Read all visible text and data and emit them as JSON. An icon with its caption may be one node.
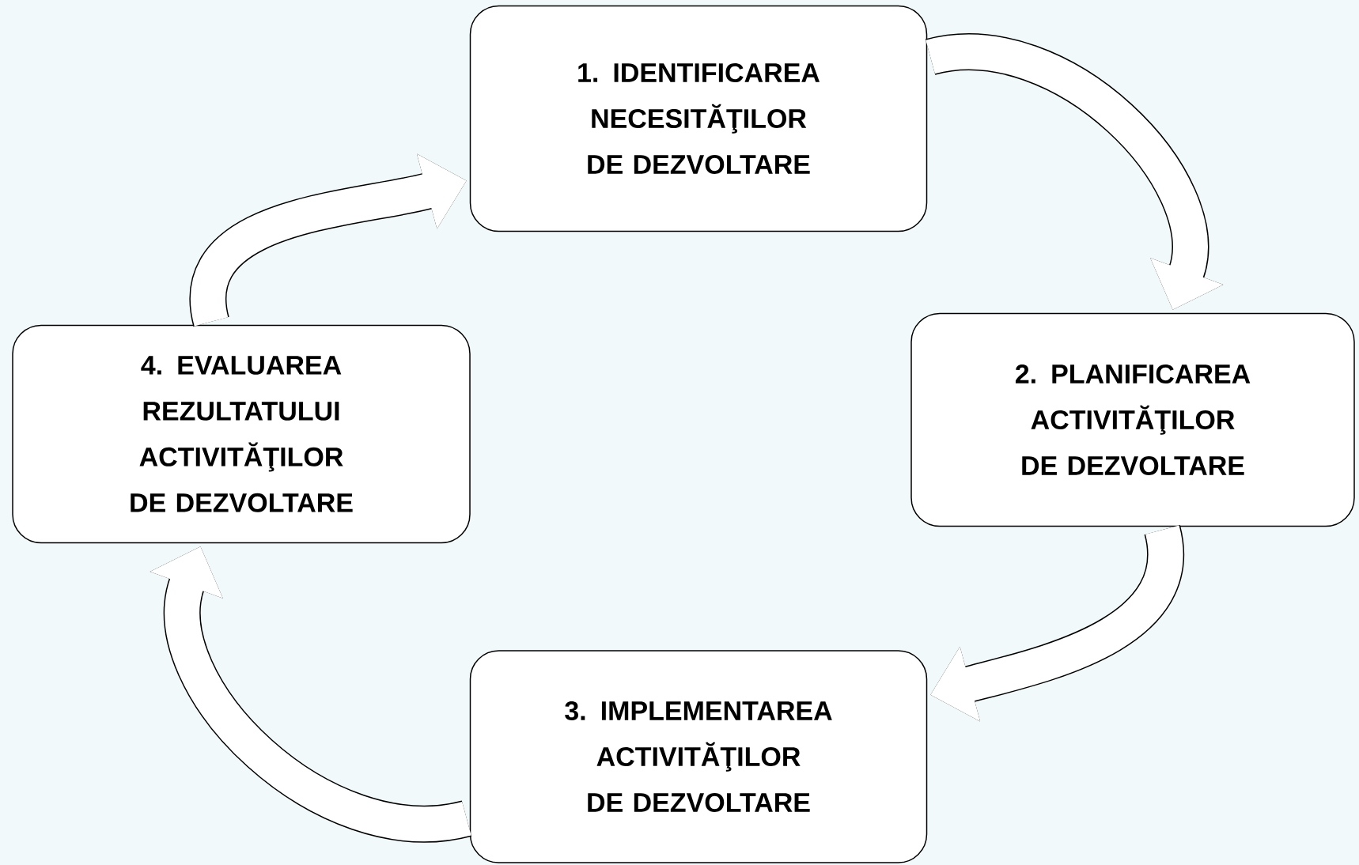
{
  "diagram": {
    "nodes": [
      {
        "text": [
          "1. IDENTIFICAREA NECESITĂŢILOR DE DEZVOLTARE"
        ]
      },
      {
        "text": [
          "2. PLANIFICAREA ACTIVITĂŢILOR DE DEZVOLTARE"
        ]
      },
      {
        "text": [
          "3. IMPLEMENTAREA ACTIVITĂŢILOR DE DEZVOLTARE"
        ]
      },
      {
        "text": [
          "4. EVALUAREA REZULTATULUI ACTIVITĂŢILOR DE DEZVOLTARE"
        ]
      }
    ],
    "edges": [
      {
        "from": 0,
        "to": 1,
        "arrow": "to"
      },
      {
        "from": 1,
        "to": 2,
        "arrow": "to"
      },
      {
        "from": 2,
        "to": 3,
        "arrow": "to"
      },
      {
        "from": 3,
        "to": 0,
        "arrow": "to"
      }
    ]
  }
}
